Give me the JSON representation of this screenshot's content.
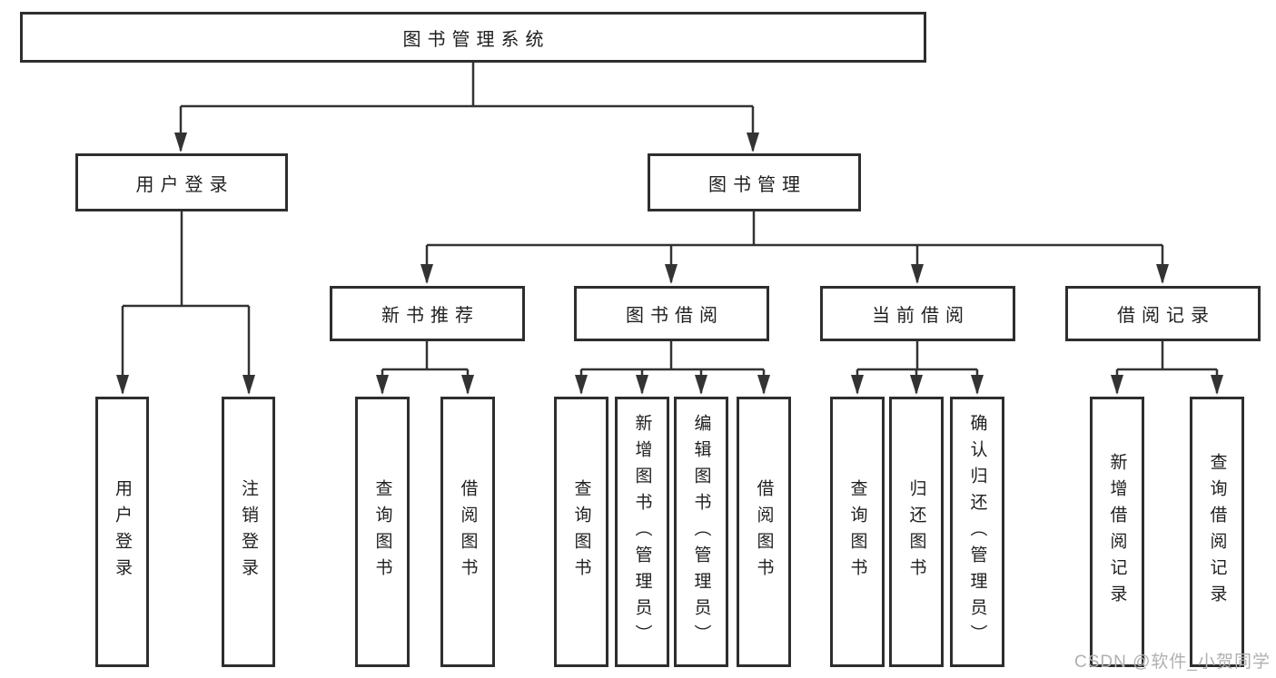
{
  "diagram": {
    "root": "图书管理系统",
    "level2": [
      "用户登录",
      "图书管理"
    ],
    "level3": [
      "新书推荐",
      "图书借阅",
      "当前借阅",
      "借阅记录"
    ],
    "leaves": {
      "user_login": [
        "用户登录",
        "注销登录"
      ],
      "new_book_recommendation": [
        "查询图书",
        "借阅图书"
      ],
      "book_borrowing": [
        "查询图书",
        "新增图书（管理员）",
        "编辑图书（管理员）",
        "借阅图书"
      ],
      "current_borrowing": [
        "查询图书",
        "归还图书",
        "确认归还（管理员）"
      ],
      "borrowing_records": [
        "新增借阅记录",
        "查询借阅记录"
      ]
    },
    "watermark": "CSDN @软件_小贺同学",
    "colors": {
      "box_border": "#2e2e2e",
      "connector_line": "#333333",
      "node_text": "#1f1f1f",
      "watermark_text": "#b0b0b0",
      "background": "#ffffff"
    }
  }
}
